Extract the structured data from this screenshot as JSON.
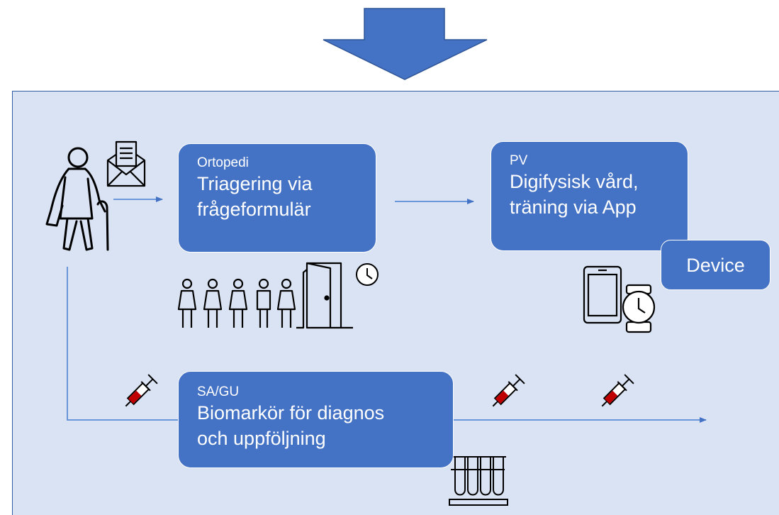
{
  "colors": {
    "accent": "#4472c4",
    "panel": "#dae3f3",
    "line": "#5b8ed6",
    "icon": "#000000"
  },
  "icons": [
    "down-arrow",
    "elderly-person-icon",
    "mail-envelope-icon",
    "queue-people-icon",
    "door-icon",
    "clock-icon",
    "smartphone-icon",
    "smartwatch-icon",
    "syringe-icon",
    "test-tubes-icon"
  ],
  "boxes": {
    "ortopedi": {
      "label": "Ortopedi",
      "text": "Triagering via\nfrågeformulär"
    },
    "pv": {
      "label": "PV",
      "text": "Digifysisk vård,\nträning via App"
    },
    "device": {
      "text": "Device"
    },
    "sagu": {
      "label": "SA/GU",
      "text": "Biomarkör för diagnos\noch uppföljning"
    }
  }
}
